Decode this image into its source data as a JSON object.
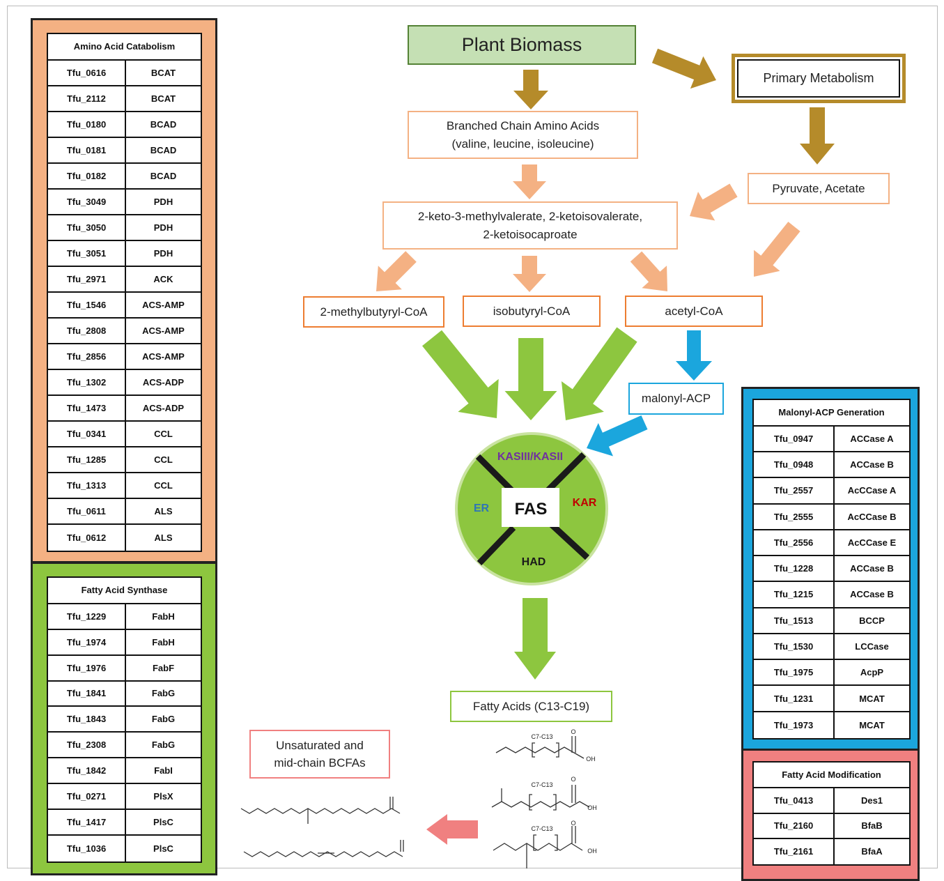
{
  "colors": {
    "amino_panel": "#f4b183",
    "fas_panel": "#8dc63f",
    "malonyl_panel": "#1ba6dd",
    "modification_panel": "#f08080",
    "gold_arrow": "#b58b2a",
    "peach_arrow": "#f4b183",
    "green_arrow": "#8dc63f",
    "blue_arrow": "#1ba6dd",
    "pink_arrow": "#f08080"
  },
  "amino_acid_catabolism": {
    "title": "Amino Acid Catabolism",
    "rows": [
      {
        "id": "Tfu_0616",
        "name": "BCAT"
      },
      {
        "id": "Tfu_2112",
        "name": "BCAT"
      },
      {
        "id": "Tfu_0180",
        "name": "BCAD"
      },
      {
        "id": "Tfu_0181",
        "name": "BCAD"
      },
      {
        "id": "Tfu_0182",
        "name": "BCAD"
      },
      {
        "id": "Tfu_3049",
        "name": "PDH"
      },
      {
        "id": "Tfu_3050",
        "name": "PDH"
      },
      {
        "id": "Tfu_3051",
        "name": "PDH"
      },
      {
        "id": "Tfu_2971",
        "name": "ACK"
      },
      {
        "id": "Tfu_1546",
        "name": "ACS-AMP"
      },
      {
        "id": "Tfu_2808",
        "name": "ACS-AMP"
      },
      {
        "id": "Tfu_2856",
        "name": "ACS-AMP"
      },
      {
        "id": "Tfu_1302",
        "name": "ACS-ADP"
      },
      {
        "id": "Tfu_1473",
        "name": "ACS-ADP"
      },
      {
        "id": "Tfu_0341",
        "name": "CCL"
      },
      {
        "id": "Tfu_1285",
        "name": "CCL"
      },
      {
        "id": "Tfu_1313",
        "name": "CCL"
      },
      {
        "id": "Tfu_0611",
        "name": "ALS"
      },
      {
        "id": "Tfu_0612",
        "name": "ALS"
      }
    ]
  },
  "fatty_acid_synthase": {
    "title": "Fatty Acid Synthase",
    "rows": [
      {
        "id": "Tfu_1229",
        "name": "FabH"
      },
      {
        "id": "Tfu_1974",
        "name": "FabH"
      },
      {
        "id": "Tfu_1976",
        "name": "FabF"
      },
      {
        "id": "Tfu_1841",
        "name": "FabG"
      },
      {
        "id": "Tfu_1843",
        "name": "FabG"
      },
      {
        "id": "Tfu_2308",
        "name": "FabG"
      },
      {
        "id": "Tfu_1842",
        "name": "FabI"
      },
      {
        "id": "Tfu_0271",
        "name": "PlsX"
      },
      {
        "id": "Tfu_1417",
        "name": "PlsC"
      },
      {
        "id": "Tfu_1036",
        "name": "PlsC"
      }
    ]
  },
  "malonyl_acp_generation": {
    "title": "Malonyl-ACP Generation",
    "rows": [
      {
        "id": "Tfu_0947",
        "name": "ACCase A"
      },
      {
        "id": "Tfu_0948",
        "name": "ACCase B"
      },
      {
        "id": "Tfu_2557",
        "name": "AcCCase A"
      },
      {
        "id": "Tfu_2555",
        "name": "AcCCase B"
      },
      {
        "id": "Tfu_2556",
        "name": "AcCCase E"
      },
      {
        "id": "Tfu_1228",
        "name": "ACCase B"
      },
      {
        "id": "Tfu_1215",
        "name": "ACCase B"
      },
      {
        "id": "Tfu_1513",
        "name": "BCCP"
      },
      {
        "id": "Tfu_1530",
        "name": "LCCase"
      },
      {
        "id": "Tfu_1975",
        "name": "AcpP"
      },
      {
        "id": "Tfu_1231",
        "name": "MCAT"
      },
      {
        "id": "Tfu_1973",
        "name": "MCAT"
      }
    ]
  },
  "fatty_acid_modification": {
    "title": "Fatty Acid Modification",
    "rows": [
      {
        "id": "Tfu_0413",
        "name": "Des1"
      },
      {
        "id": "Tfu_2160",
        "name": "BfaB"
      },
      {
        "id": "Tfu_2161",
        "name": "BfaA"
      }
    ]
  },
  "pathway": {
    "plant_biomass": "Plant Biomass",
    "primary_metabolism": "Primary Metabolism",
    "bcaa_line1": "Branched Chain Amino Acids",
    "bcaa_line2": "(valine, leucine, isoleucine)",
    "pyruvate": "Pyruvate, Acetate",
    "keto_line1": "2-keto-3-methylvalerate, 2-ketoisovalerate,",
    "keto_line2": "2-ketoisocaproate",
    "methylbutyryl": "2-methylbutyryl-CoA",
    "isobutyryl": "isobutyryl-CoA",
    "acetyl": "acetyl-CoA",
    "malonyl": "malonyl-ACP",
    "fatty_acids": "Fatty Acids (C13-C19)",
    "unsat_line1": "Unsaturated and",
    "unsat_line2": "mid-chain BCFAs"
  },
  "fas_wheel": {
    "center": "FAS",
    "kas": "KASIII/KASII",
    "kar": "KAR",
    "er": "ER",
    "had": "HAD",
    "center_color": "#8dc63f",
    "kas_color": "#7030a0",
    "kar_color": "#c00000",
    "er_color": "#2e75b6",
    "had_color": "#1a1a1a"
  },
  "structures": {
    "chain_label": "C7-C13",
    "o_label": "O",
    "oh_label": "OH"
  }
}
